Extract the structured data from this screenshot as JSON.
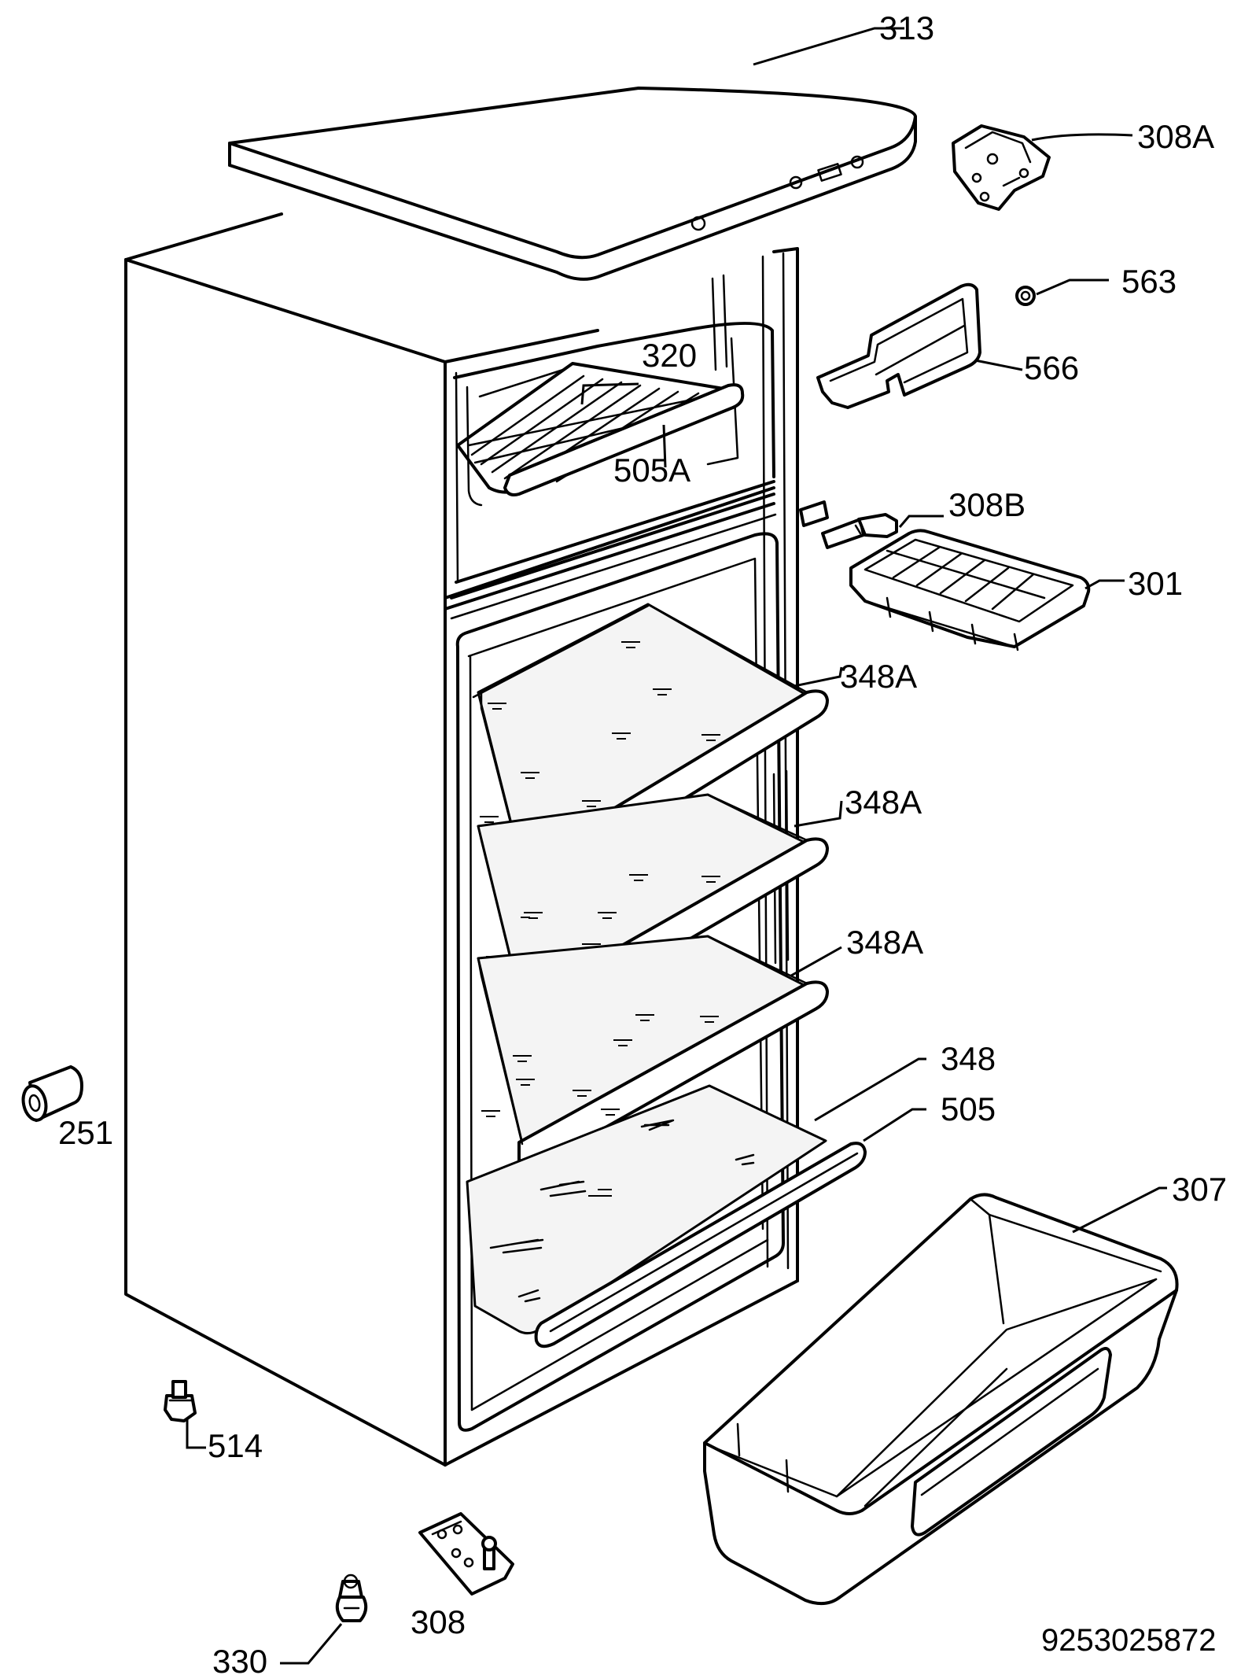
{
  "labels": {
    "p313": "313",
    "p308A": "308A",
    "p563": "563",
    "p566": "566",
    "p320": "320",
    "p505A": "505A",
    "p308B": "308B",
    "p301": "301",
    "p348A_1": "348A",
    "p348A_2": "348A",
    "p348A_3": "348A",
    "p348": "348",
    "p505": "505",
    "p307": "307",
    "p251": "251",
    "p514": "514",
    "p308": "308",
    "p330": "330"
  },
  "document_number": "9253025872"
}
